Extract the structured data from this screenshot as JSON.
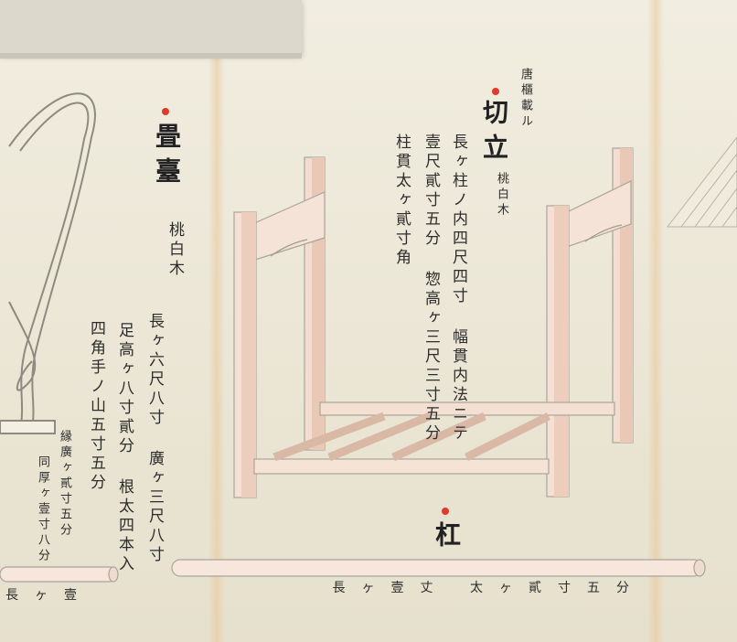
{
  "left_item": {
    "title": "畳臺",
    "material": "桃白木",
    "dims_1": "長ヶ六尺八寸 廣ヶ三尺八寸",
    "dims_2": "足高ヶ八寸貳分 根太四本入",
    "dims_3": "四角手ノ山五寸五分",
    "dims_4": "縁廣ヶ貳寸五分",
    "dims_5": "同厚ヶ壹寸八分"
  },
  "center_item": {
    "label": "唐櫃載ル",
    "title": "切立",
    "material": "桃白木",
    "dims_1": "長ヶ柱ノ内四尺四寸 幅貫内法ニテ",
    "dims_2": "壹尺貳寸五分 惣高ヶ三尺三寸五分",
    "dims_3": "柱貫太ヶ貳寸角"
  },
  "pole_item": {
    "title": "杠",
    "caption": "長ヶ壹丈 太ヶ貳寸五分"
  },
  "left_pole_caption": "長ヶ壹"
}
